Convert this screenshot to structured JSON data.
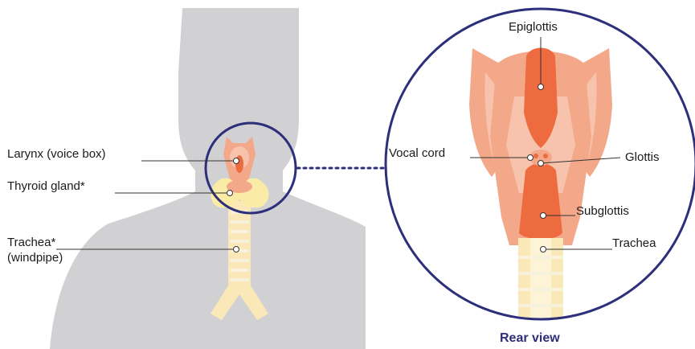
{
  "colors": {
    "silhouette": "#d1d1d3",
    "ring": "#2d2f7a",
    "cartilage": "#f4a88a",
    "cartilage_light": "#f7c3ac",
    "airway": "#ee6a3f",
    "thyroid": "#faeba7",
    "trachea": "#fbe8b8",
    "trachea_ring": "#f8f1dc",
    "leader": "#333333"
  },
  "labels": {
    "larynx": "Larynx (voice box)",
    "thyroid": "Thyroid gland*",
    "trachea_main": "Trachea*",
    "trachea_sub": "(windpipe)",
    "epiglottis": "Epiglottis",
    "vocal_cord": "Vocal cord",
    "glottis": "Glottis",
    "subglottis": "Subglottis",
    "trachea_detail": "Trachea"
  },
  "caption": "Rear view"
}
